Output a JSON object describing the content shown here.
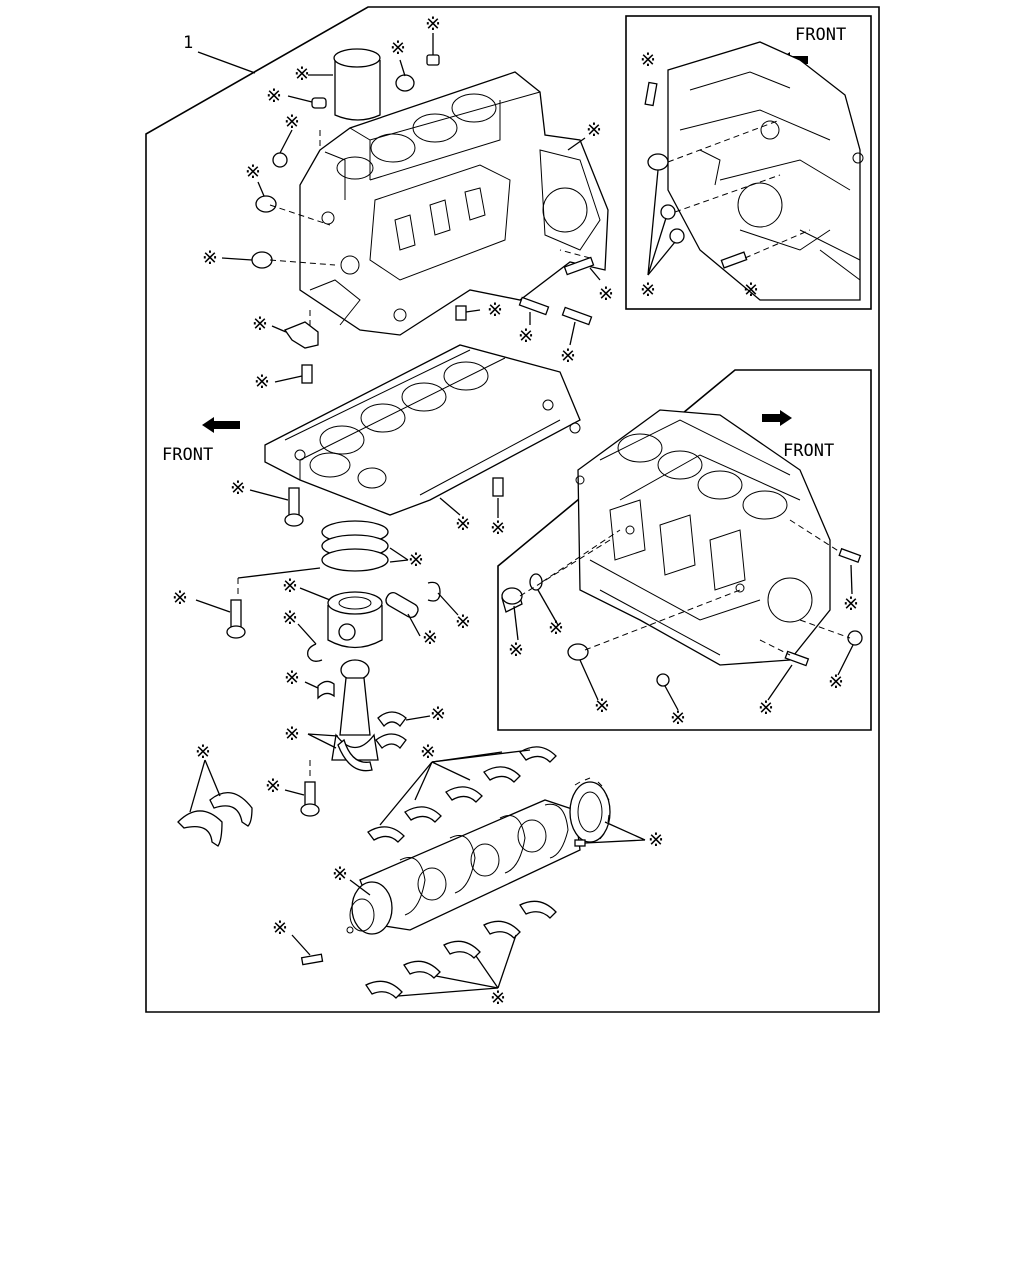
{
  "diagram": {
    "part_number": "1",
    "asterisk": "※",
    "front_labels": {
      "main": "FRONT",
      "inset_top": "FRONT",
      "inset_mid": "FRONT"
    }
  }
}
